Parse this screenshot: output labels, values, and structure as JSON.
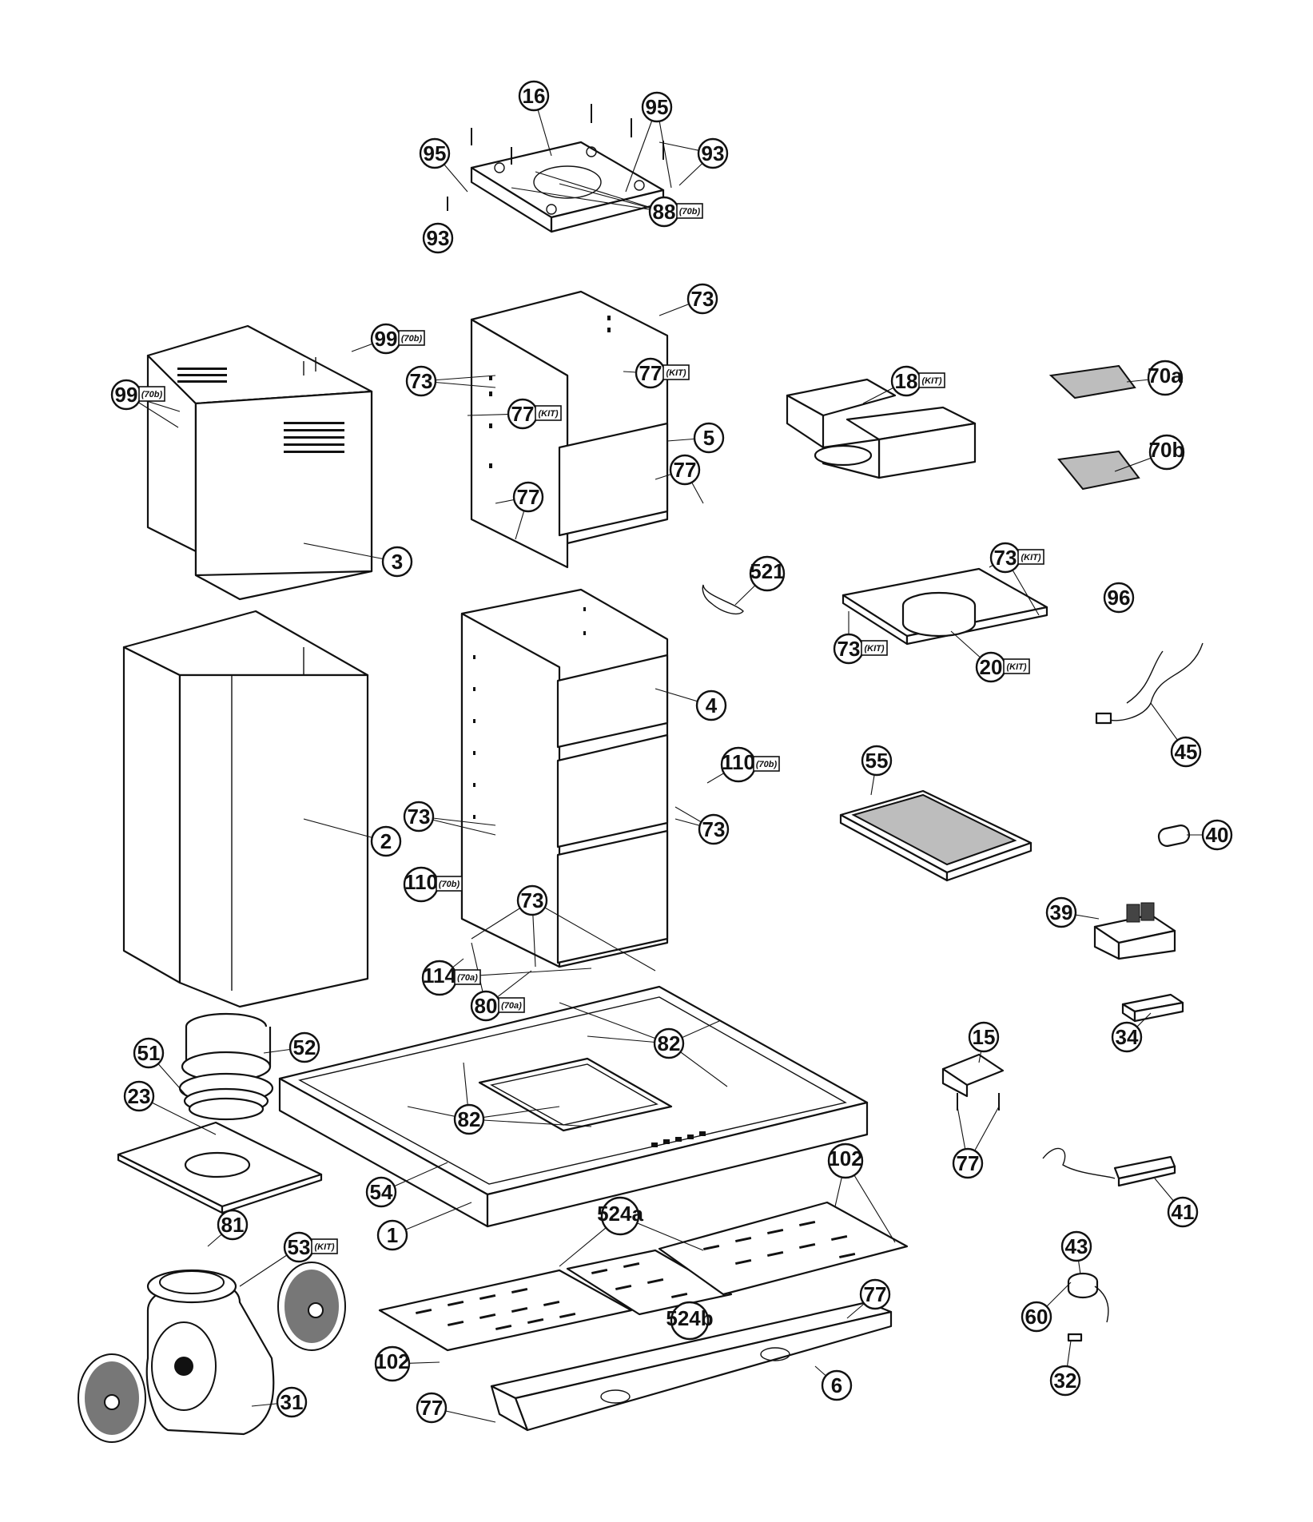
{
  "diagram": {
    "callouts": [
      {
        "label": "16",
        "tag": ""
      },
      {
        "label": "95",
        "tag": ""
      },
      {
        "label": "93",
        "tag": ""
      },
      {
        "label": "95",
        "tag": ""
      },
      {
        "label": "93",
        "tag": ""
      },
      {
        "label": "88",
        "tag": "70b"
      },
      {
        "label": "73",
        "tag": ""
      },
      {
        "label": "99",
        "tag": "70b"
      },
      {
        "label": "99",
        "tag": "70b"
      },
      {
        "label": "73",
        "tag": ""
      },
      {
        "label": "77",
        "tag": "KIT"
      },
      {
        "label": "77",
        "tag": "KIT"
      },
      {
        "label": "5",
        "tag": ""
      },
      {
        "label": "77",
        "tag": ""
      },
      {
        "label": "77",
        "tag": ""
      },
      {
        "label": "3",
        "tag": ""
      },
      {
        "label": "18",
        "tag": "KIT"
      },
      {
        "label": "70a",
        "tag": ""
      },
      {
        "label": "70b",
        "tag": ""
      },
      {
        "label": "521",
        "tag": ""
      },
      {
        "label": "73",
        "tag": "KIT"
      },
      {
        "label": "96",
        "tag": ""
      },
      {
        "label": "73",
        "tag": "KIT"
      },
      {
        "label": "20",
        "tag": "KIT"
      },
      {
        "label": "4",
        "tag": ""
      },
      {
        "label": "45",
        "tag": ""
      },
      {
        "label": "110",
        "tag": "70b"
      },
      {
        "label": "55",
        "tag": ""
      },
      {
        "label": "73",
        "tag": ""
      },
      {
        "label": "2",
        "tag": ""
      },
      {
        "label": "73",
        "tag": ""
      },
      {
        "label": "110",
        "tag": "70b"
      },
      {
        "label": "40",
        "tag": ""
      },
      {
        "label": "73",
        "tag": ""
      },
      {
        "label": "39",
        "tag": ""
      },
      {
        "label": "114",
        "tag": "70a"
      },
      {
        "label": "80",
        "tag": "70a"
      },
      {
        "label": "82",
        "tag": ""
      },
      {
        "label": "34",
        "tag": ""
      },
      {
        "label": "15",
        "tag": ""
      },
      {
        "label": "52",
        "tag": ""
      },
      {
        "label": "51",
        "tag": ""
      },
      {
        "label": "23",
        "tag": ""
      },
      {
        "label": "82",
        "tag": ""
      },
      {
        "label": "77",
        "tag": ""
      },
      {
        "label": "54",
        "tag": ""
      },
      {
        "label": "102",
        "tag": ""
      },
      {
        "label": "1",
        "tag": ""
      },
      {
        "label": "524a",
        "tag": ""
      },
      {
        "label": "41",
        "tag": ""
      },
      {
        "label": "81",
        "tag": ""
      },
      {
        "label": "53",
        "tag": "KIT"
      },
      {
        "label": "43",
        "tag": ""
      },
      {
        "label": "77",
        "tag": ""
      },
      {
        "label": "524b",
        "tag": ""
      },
      {
        "label": "60",
        "tag": ""
      },
      {
        "label": "102",
        "tag": ""
      },
      {
        "label": "6",
        "tag": ""
      },
      {
        "label": "32",
        "tag": ""
      },
      {
        "label": "31",
        "tag": ""
      },
      {
        "label": "77",
        "tag": ""
      }
    ]
  }
}
